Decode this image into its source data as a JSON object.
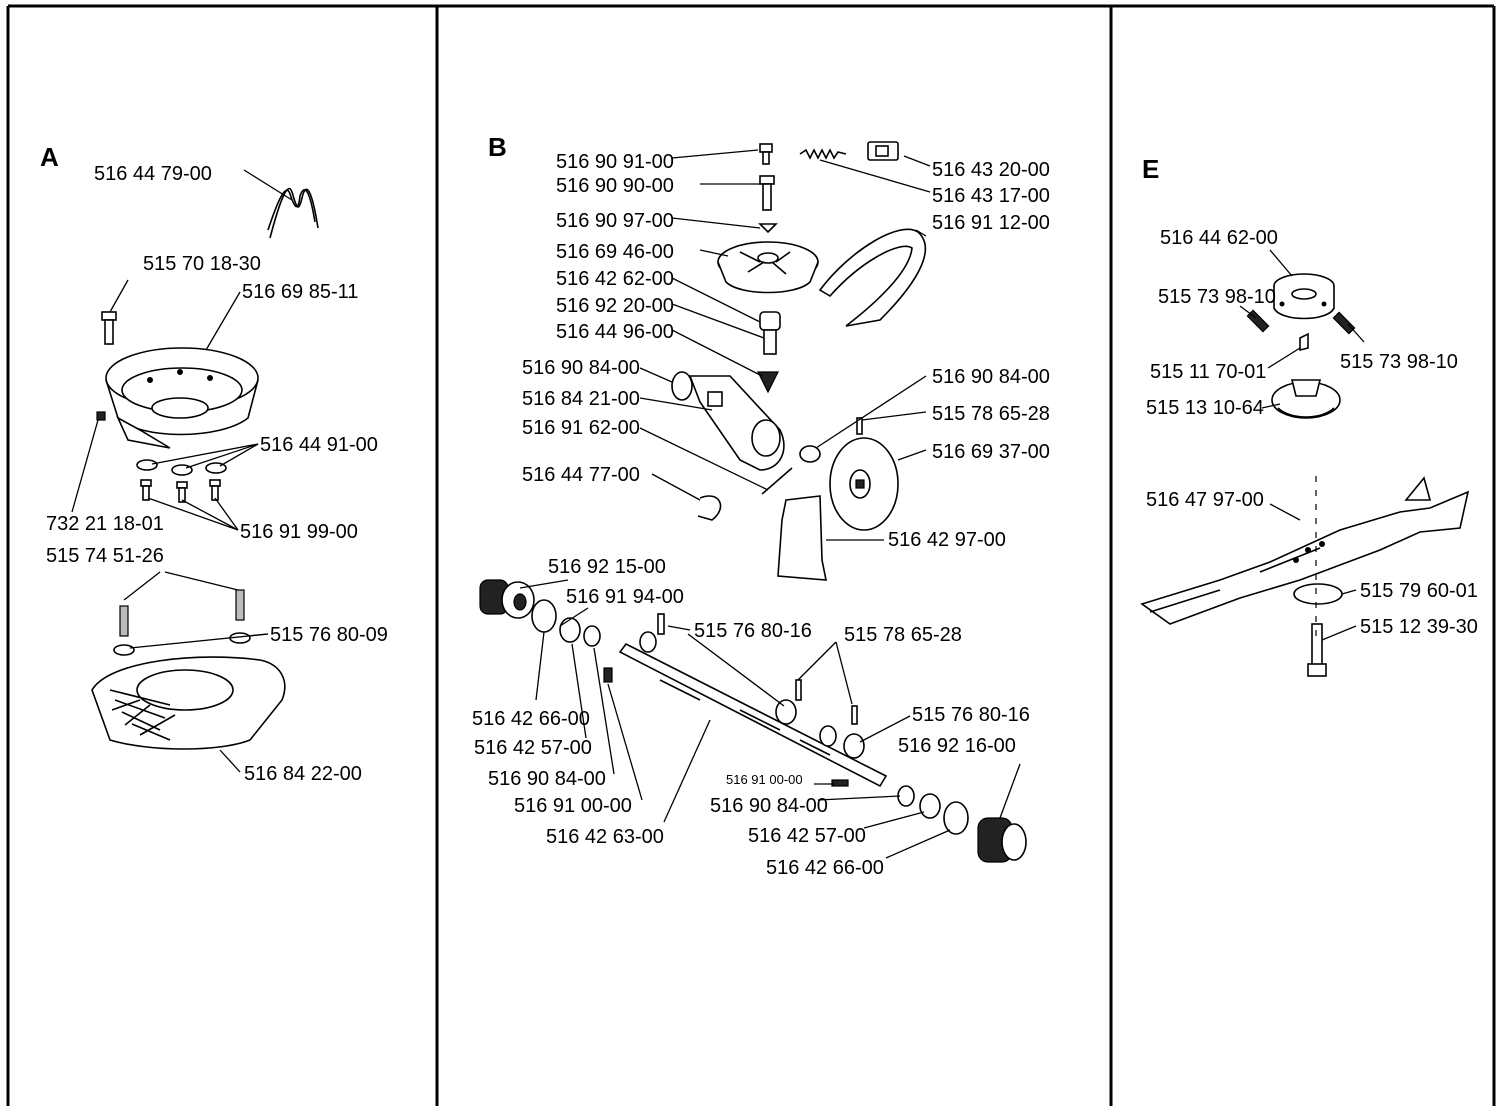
{
  "sections": {
    "a": {
      "letter": "A",
      "labels": [
        "516 44 79-00",
        "515 70 18-30",
        "516 69 85-11",
        "516 44 91-00",
        "732 21 18-01",
        "516 91 99-00",
        "515 74 51-26",
        "515 76 80-09",
        "516 84 22-00"
      ]
    },
    "b": {
      "letter": "B",
      "labels": [
        "516 90 91-00",
        "516 90 90-00",
        "516 90 97-00",
        "516 69 46-00",
        "516 42 62-00",
        "516 92 20-00",
        "516 44 96-00",
        "516 90 84-00",
        "516 84 21-00",
        "516 91 62-00",
        "516 44 77-00",
        "516 43 20-00",
        "516 43 17-00",
        "516 91 12-00",
        "516 90 84-00",
        "515 78 65-28",
        "516 69 37-00",
        "516 42 97-00",
        "516 92 15-00",
        "516 91 94-00",
        "515 76 80-16",
        "515 78 65-28",
        "515 76 80-16",
        "516 92 16-00",
        "516 42 66-00",
        "516 42 57-00",
        "516 90 84-00",
        "516 91 00-00",
        "516 42 63-00",
        "516 91 00-00",
        "516 90 84-00",
        "516 42 57-00",
        "516 42 66-00"
      ]
    },
    "e": {
      "letter": "E",
      "labels": [
        "516 44 62-00",
        "515 73 98-10",
        "515 73 98-10",
        "515 11 70-01",
        "515 13 10-64",
        "516 47 97-00",
        "515 79 60-01",
        "515 12 39-30"
      ]
    }
  }
}
